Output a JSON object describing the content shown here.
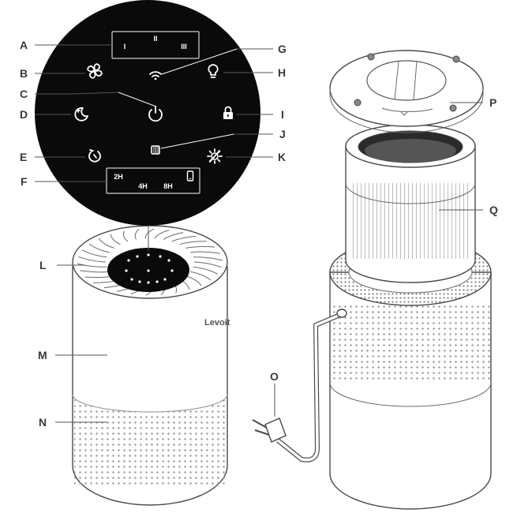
{
  "callouts": {
    "A": "A",
    "B": "B",
    "C": "C",
    "D": "D",
    "E": "E",
    "F": "F",
    "G": "G",
    "H": "H",
    "I": "I",
    "J": "J",
    "K": "K",
    "L": "L",
    "M": "M",
    "N": "N",
    "O": "O",
    "P": "P",
    "Q": "Q"
  },
  "panel": {
    "speed_1": "I",
    "speed_2": "II",
    "speed_3": "III",
    "timer_2h": "2H",
    "timer_4h": "4H",
    "timer_8h": "8H"
  },
  "brand": "Levoit",
  "icons": [
    "fan-icon",
    "wifi-icon",
    "bulb-icon",
    "moon-icon",
    "power-icon",
    "lock-icon",
    "timer-icon",
    "filter-icon",
    "display-icon",
    "phone-icon",
    "plug-icon"
  ],
  "colors": {
    "panel": "#0a0a0a",
    "line": "#4a4a4a",
    "label": "#3a3a3a"
  }
}
